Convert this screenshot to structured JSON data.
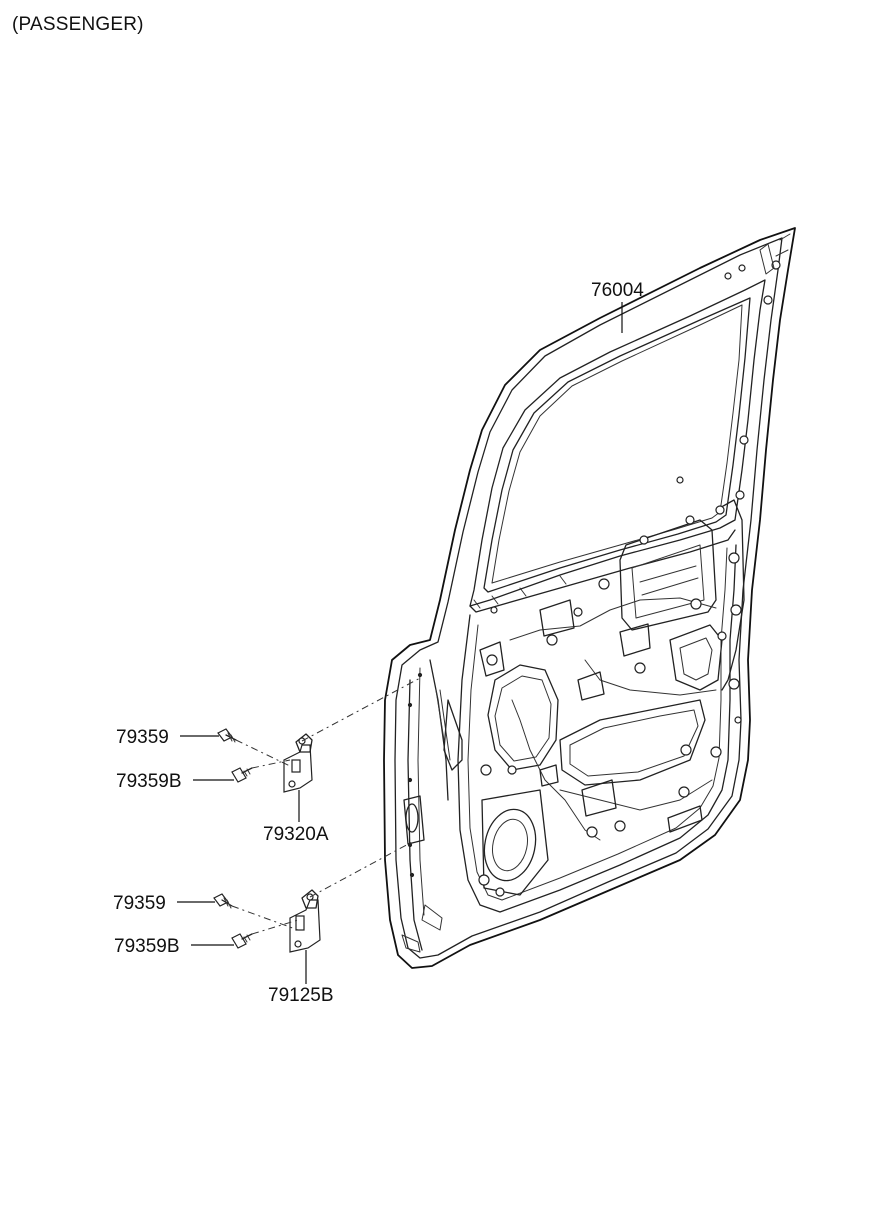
{
  "caption": "(PASSENGER)",
  "parts": {
    "door_panel": "76004",
    "bolt_upper_a": "79359",
    "bolt_upper_b": "79359B",
    "hinge_upper": "79320A",
    "bolt_lower_a": "79359",
    "bolt_lower_b": "79359B",
    "hinge_lower": "79125B"
  },
  "colors": {
    "line": "#222222",
    "background": "#ffffff"
  }
}
